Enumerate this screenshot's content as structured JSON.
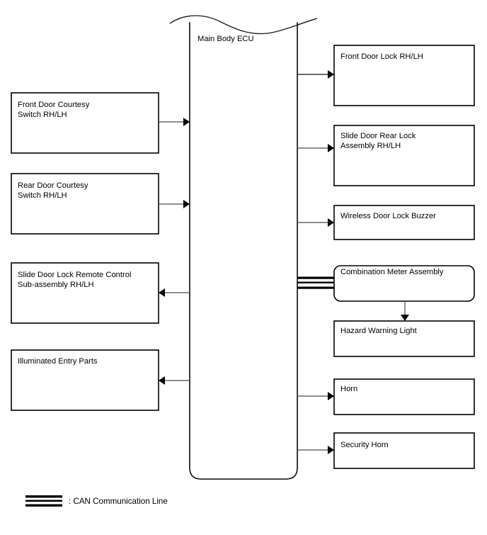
{
  "diagram": {
    "title": "Main Body ECU",
    "central_unit": {
      "label": "Main Body ECU",
      "shape": "torn-top-rounded-bottom"
    },
    "inputs": [
      {
        "label_line1": "Front Door Courtesy",
        "label_line2": "Switch RH/LH",
        "direction": "to-ecu"
      },
      {
        "label_line1": "Rear Door Courtesy",
        "label_line2": "Switch RH/LH",
        "direction": "to-ecu"
      }
    ],
    "outputs_left": [
      {
        "label_line1": "Slide Door Lock Remote Control",
        "label_line2": "Sub-assembly RH/LH",
        "direction": "from-ecu"
      },
      {
        "label_line1": "Illuminated Entry Parts",
        "label_line2": "",
        "direction": "from-ecu"
      }
    ],
    "outputs_right": [
      {
        "label_line1": "Front Door Lock RH/LH",
        "label_line2": "",
        "direction": "from-ecu",
        "link": "arrow"
      },
      {
        "label_line1": "Slide Door Rear Lock",
        "label_line2": "Assembly RH/LH",
        "direction": "from-ecu",
        "link": "arrow"
      },
      {
        "label_line1": "Wireless Door Lock Buzzer",
        "label_line2": "",
        "direction": "from-ecu",
        "link": "arrow"
      },
      {
        "label_line1": "Combination Meter Assembly",
        "label_line2": "",
        "direction": "bidirectional",
        "link": "can-bus"
      },
      {
        "label_line1": "Hazard Warning Light",
        "label_line2": "",
        "direction": "from-meter",
        "link": "arrow-down"
      },
      {
        "label_line1": "Horn",
        "label_line2": "",
        "direction": "from-ecu",
        "link": "arrow"
      },
      {
        "label_line1": "Security Horn",
        "label_line2": "",
        "direction": "from-ecu",
        "link": "arrow"
      }
    ],
    "legend": {
      "symbol": "can-line-symbol",
      "text": ": CAN Communication Line"
    },
    "colors": {
      "stroke": "#000000",
      "fill": "#ffffff",
      "connector": "#4a4a4a"
    }
  }
}
